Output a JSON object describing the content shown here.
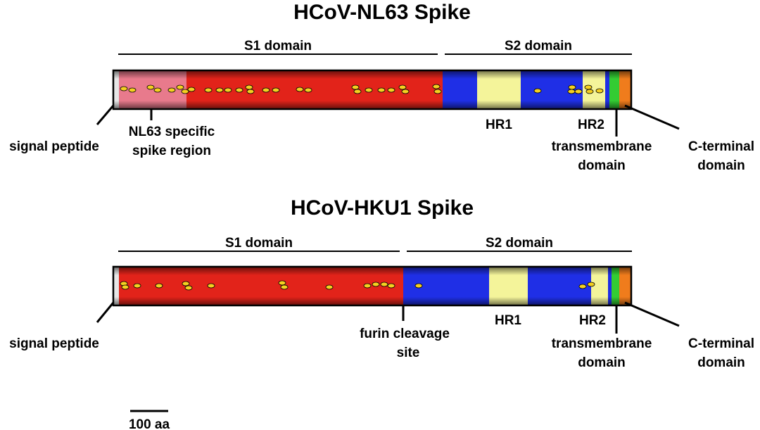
{
  "colors": {
    "signal_peptide": "#e6e6e6",
    "nl63_specific": "#e87a8c",
    "s1": "#e2231a",
    "s2": "#1f2fe6",
    "heptad_repeat": "#f4f49a",
    "transmembrane": "#33cc33",
    "c_terminal": "#f07c1c",
    "glycan": "#f5d020",
    "outline": "#000000"
  },
  "proteins": [
    {
      "title": "HCoV-NL63 Spike",
      "domain_labels": {
        "s1": "S1 domain",
        "s2": "S2 domain"
      },
      "callouts": {
        "signal_peptide": "signal peptide",
        "specific_region": [
          "NL63 specific",
          "spike region"
        ],
        "hr1": "HR1",
        "hr2": "HR2",
        "transmembrane": [
          "transmembrane",
          "domain"
        ],
        "c_terminal": [
          "C-terminal",
          "domain"
        ]
      }
    },
    {
      "title": "HCoV-HKU1 Spike",
      "domain_labels": {
        "s1": "S1 domain",
        "s2": "S2 domain"
      },
      "callouts": {
        "signal_peptide": "signal peptide",
        "furin_site": [
          "furin cleavage",
          "site"
        ],
        "hr1": "HR1",
        "hr2": "HR2",
        "transmembrane": [
          "transmembrane",
          "domain"
        ],
        "c_terminal": [
          "C-terminal",
          "domain"
        ]
      }
    }
  ],
  "scale_bar": {
    "label": "100 aa"
  }
}
